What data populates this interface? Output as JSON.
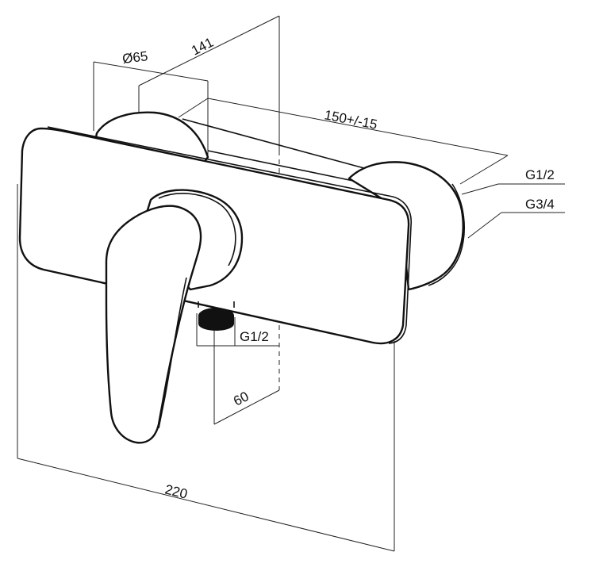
{
  "drawing": {
    "dims": {
      "diameter": "Ø65",
      "depth": "141",
      "spacing": "150+/-15",
      "inlet_g12": "G1/2",
      "inlet_g34": "G3/4",
      "outlet_g12": "G1/2",
      "outlet_depth": "60",
      "width": "220"
    },
    "colors": {
      "stroke": "#111111",
      "background": "#ffffff"
    }
  }
}
